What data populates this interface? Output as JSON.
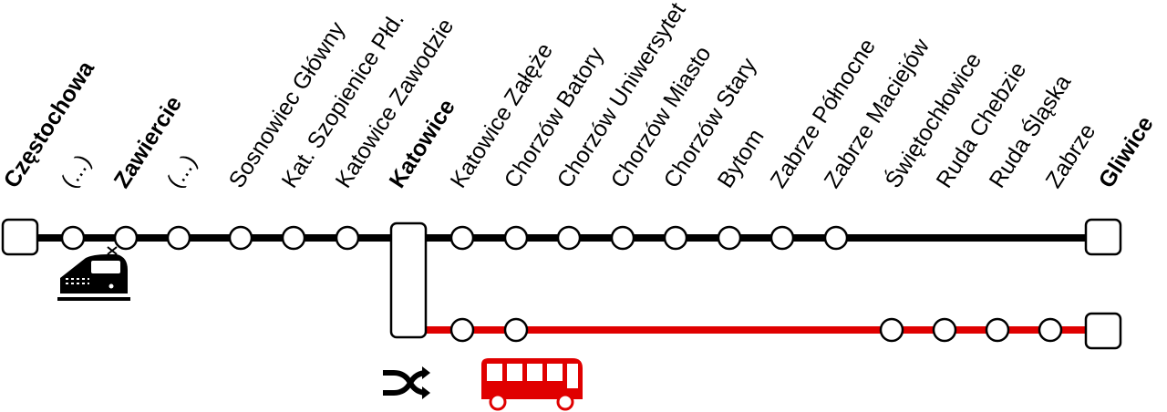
{
  "lines": {
    "rail": {
      "color": "#000000",
      "mode": "train"
    },
    "bus": {
      "color": "#e00000",
      "mode": "bus"
    }
  },
  "stations": [
    {
      "name": "Częstochowa",
      "type": "terminal",
      "major": true
    },
    {
      "name": "(...)",
      "type": "stop",
      "major": false
    },
    {
      "name": "Zawiercie",
      "type": "stop",
      "major": true
    },
    {
      "name": "(...)",
      "type": "stop",
      "major": false
    },
    {
      "name": "Sosnowiec Główny",
      "type": "stop",
      "major": false
    },
    {
      "name": "Kat. Szopienice Płd.",
      "type": "stop",
      "major": false
    },
    {
      "name": "Katowice Zawodzie",
      "type": "stop",
      "major": false
    },
    {
      "name": "Katowice",
      "type": "interchange",
      "major": true
    },
    {
      "name": "Katowice Załęże",
      "type": "stop",
      "major": false
    },
    {
      "name": "Chorzów Batory",
      "type": "stop",
      "major": false
    },
    {
      "name": "Chorzów Uniwersytet",
      "type": "stop",
      "major": false
    },
    {
      "name": "Chorzów Miasto",
      "type": "stop",
      "major": false
    },
    {
      "name": "Chorzów Stary",
      "type": "stop",
      "major": false
    },
    {
      "name": "Bytom",
      "type": "stop",
      "major": false
    },
    {
      "name": "Zabrze Północne",
      "type": "stop",
      "major": false
    },
    {
      "name": "Zabrze Maciejów",
      "type": "stop",
      "major": false
    },
    {
      "name": "Świętochłowice",
      "type": "stop",
      "major": false
    },
    {
      "name": "Ruda Chebzie",
      "type": "stop",
      "major": false
    },
    {
      "name": "Ruda Śląska",
      "type": "stop",
      "major": false
    },
    {
      "name": "Zabrze",
      "type": "stop",
      "major": false
    },
    {
      "name": "Gliwice",
      "type": "terminal",
      "major": true
    }
  ],
  "icons": {
    "train": "train-icon",
    "bus": "bus-icon",
    "transfer": "shuffle-transfer-icon"
  }
}
